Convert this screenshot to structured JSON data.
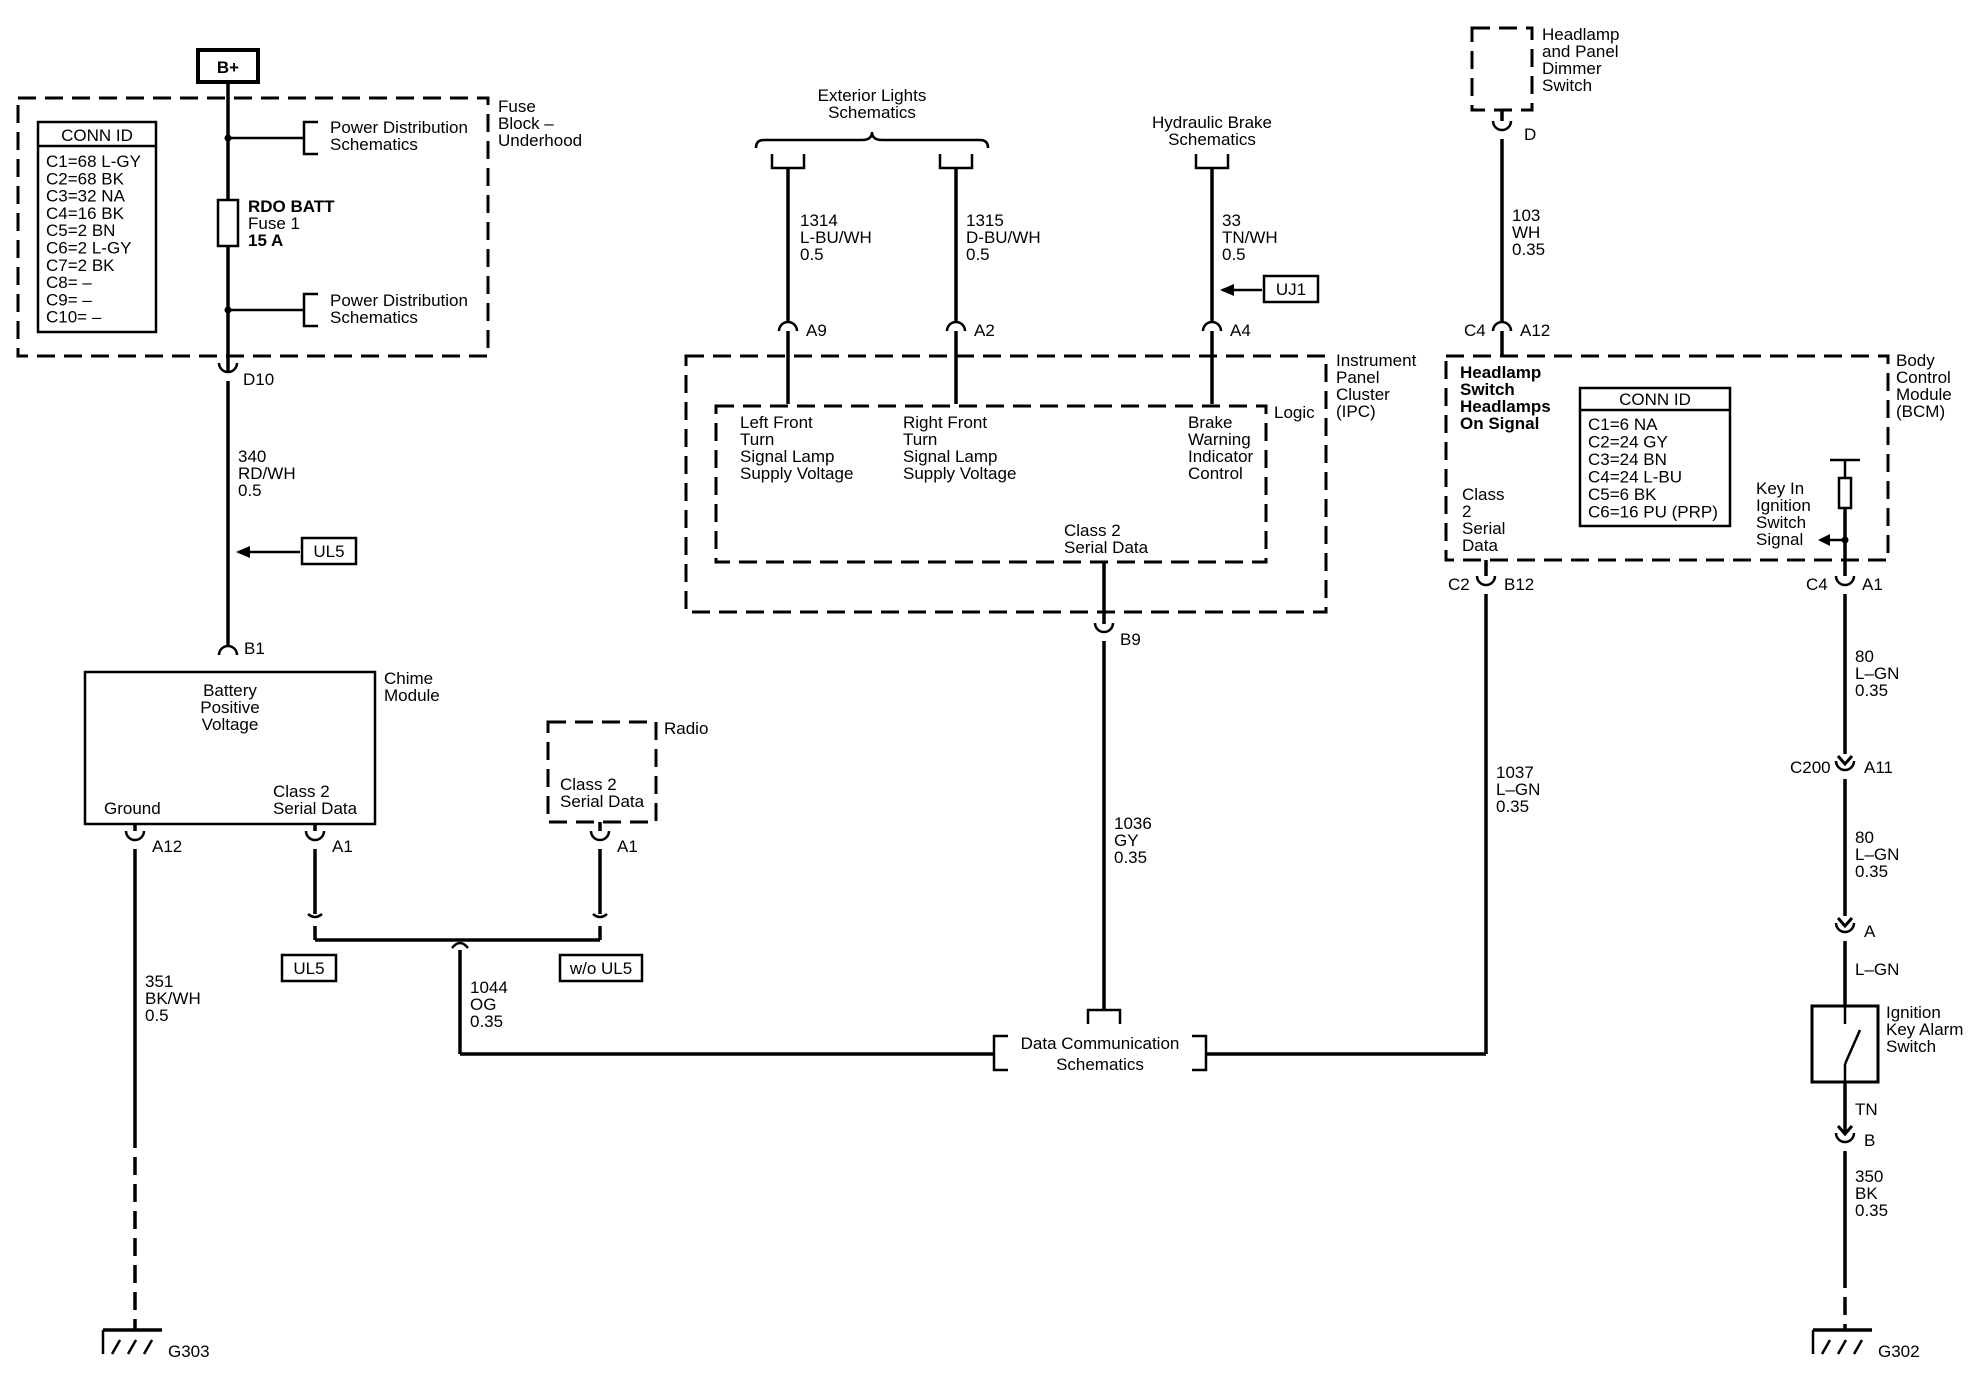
{
  "bplus": "B+",
  "fuse_block": {
    "label": [
      "Fuse",
      "Block –",
      "Underhood"
    ],
    "conn_id": {
      "header": "CONN ID",
      "rows": [
        "C1=68 L-GY",
        "C2=68 BK",
        "C3=32 NA",
        "C4=16 BK",
        "C5=2 BN",
        "C6=2 L-GY",
        "C7=2 BK",
        "C8= –",
        "C9= –",
        "C10= –"
      ]
    },
    "power_dist_top": [
      "Power Distribution",
      "Schematics"
    ],
    "power_dist_bottom": [
      "Power Distribution",
      "Schematics"
    ],
    "fuse": [
      "RDO BATT",
      "Fuse 1",
      "15 A"
    ],
    "pin": "D10"
  },
  "wire_340": [
    "340",
    "RD/WH",
    "0.5"
  ],
  "ul5_tag": "UL5",
  "chime": {
    "pin_top": "B1",
    "label": [
      "Chime",
      "Module"
    ],
    "battery": [
      "Battery",
      "Positive",
      "Voltage"
    ],
    "ground": "Ground",
    "serial": [
      "Class 2",
      "Serial Data"
    ],
    "pin_ground": "A12",
    "pin_serial": "A1"
  },
  "wire_351": [
    "351",
    "BK/WH",
    "0.5"
  ],
  "g303": "G303",
  "radio": {
    "label": "Radio",
    "serial": [
      "Class 2",
      "Serial Data"
    ],
    "pin": "A1"
  },
  "option_ul5": "UL5",
  "option_wo_ul5": "w/o UL5",
  "wire_1044": [
    "1044",
    "OG",
    "0.35"
  ],
  "exterior_lights": [
    "Exterior Lights",
    "Schematics"
  ],
  "wire_1314": [
    "1314",
    "L-BU/WH",
    "0.5"
  ],
  "wire_1315": [
    "1315",
    "D-BU/WH",
    "0.5"
  ],
  "hydraulic_brake": [
    "Hydraulic Brake",
    "Schematics"
  ],
  "wire_33": [
    "33",
    "TN/WH",
    "0.5"
  ],
  "uj1_tag": "UJ1",
  "ipc": {
    "label": [
      "Instrument",
      "Panel",
      "Cluster",
      "(IPC)"
    ],
    "logic": "Logic",
    "pin_a9": "A9",
    "pin_a2": "A2",
    "pin_a4": "A4",
    "pin_b9": "B9",
    "left_front": [
      "Left Front",
      "Turn",
      "Signal Lamp",
      "Supply Voltage"
    ],
    "right_front": [
      "Right Front",
      "Turn",
      "Signal Lamp",
      "Supply Voltage"
    ],
    "brake": [
      "Brake",
      "Warning",
      "Indicator",
      "Control"
    ],
    "serial": [
      "Class 2",
      "Serial Data"
    ]
  },
  "wire_1036": [
    "1036",
    "GY",
    "0.35"
  ],
  "data_comm": [
    "Data Communication",
    "Schematics"
  ],
  "headlamp_switch": {
    "label": [
      "Headlamp",
      "and Panel",
      "Dimmer",
      "Switch"
    ],
    "pin": "D"
  },
  "wire_103": [
    "103",
    "WH",
    "0.35"
  ],
  "bcm": {
    "label": [
      "Body",
      "Control",
      "Module",
      "(BCM)"
    ],
    "headlamp_signal": [
      "Headlamp",
      "Switch",
      "Headlamps",
      "On Signal"
    ],
    "serial": [
      "Class",
      "2",
      "Serial",
      "Data"
    ],
    "key_in": [
      "Key In",
      "Ignition",
      "Switch",
      "Signal"
    ],
    "conn_id": {
      "header": "CONN ID",
      "rows": [
        "C1=6 NA",
        "C2=24 GY",
        "C3=24 BN",
        "C4=24 L-BU",
        "C5=6 BK",
        "C6=16 PU (PRP)"
      ]
    },
    "c4_top": "C4",
    "pin_a12": "A12",
    "c2": "C2",
    "pin_b12": "B12",
    "c4_bottom": "C4",
    "pin_a1": "A1"
  },
  "wire_1037": [
    "1037",
    "L–GN",
    "0.35"
  ],
  "wire_80a": [
    "80",
    "L–GN",
    "0.35"
  ],
  "c200": "C200",
  "pin_a11": "A11",
  "wire_80b": [
    "80",
    "L–GN",
    "0.35"
  ],
  "pin_a": "A",
  "lgn": "L–GN",
  "ignition_key": [
    "Ignition",
    "Key Alarm",
    "Switch"
  ],
  "tn": "TN",
  "pin_b": "B",
  "wire_350": [
    "350",
    "BK",
    "0.35"
  ],
  "g302": "G302"
}
